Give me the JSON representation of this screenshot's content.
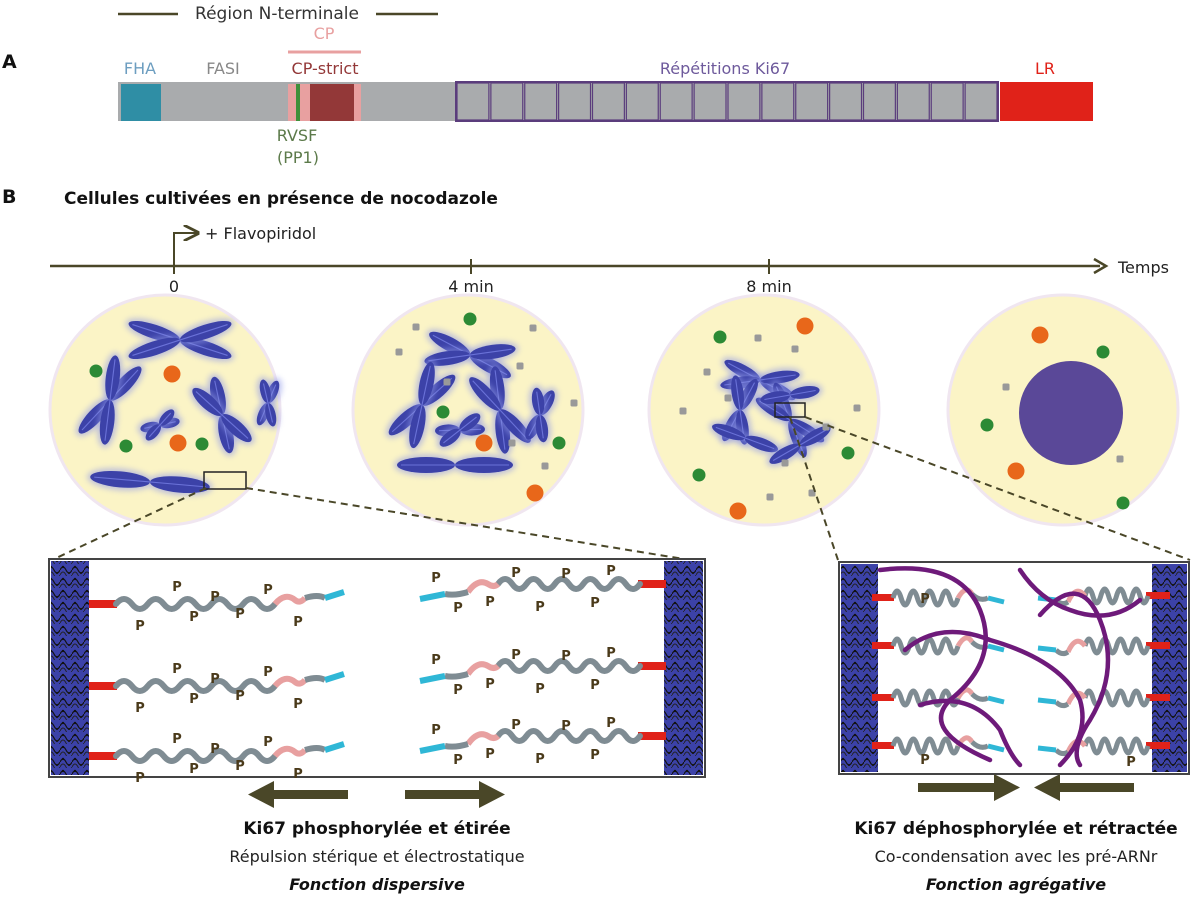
{
  "panel_a": {
    "label": "A",
    "n_terminal_label": "Région N-terminale",
    "cp_label": "CP",
    "domains": {
      "fha": "FHA",
      "fasi": "FASI",
      "cp_strict": "CP-strict",
      "repeats": "Répétitions Ki67",
      "lr": "LR"
    },
    "rvsf_label": "RVSF",
    "pp1_label": "(PP1)",
    "repeat_count": 16
  },
  "panel_b": {
    "label": "B",
    "title": "Cellules cultivées en présence de nocodazole",
    "treatment": "+ Flavopiridol",
    "time_axis_label": "Temps",
    "ticks": [
      "0",
      "4 min",
      "8 min"
    ],
    "phospho_mark": "P",
    "left_caption": {
      "title": "Ki67 phosphorylée et étirée",
      "line2": "Répulsion stérique et électrostatique",
      "function": "Fonction dispersive"
    },
    "right_caption": {
      "title": "Ki67 déphosphorylée et rétractée",
      "line2": "Co-condensation avec les pré-ARNr",
      "function": "Fonction agrégative"
    }
  },
  "colors": {
    "fha": "#2f8ea5",
    "fasi": "#a9abad",
    "cp": "#e8a0a0",
    "cp_strict": "#933838",
    "rvsf": "#3f8f3a",
    "repeats_border": "#5b3d7c",
    "lr": "#e02219",
    "chromatin": "#3c42a8",
    "cell": "#fbf4c6",
    "nucleolus_orange": "#e8671a",
    "nucleolus_green": "#2c8a35",
    "protein": "#7f8c93",
    "arrow": "#4a4728",
    "prerna": "#6e1a7a"
  }
}
